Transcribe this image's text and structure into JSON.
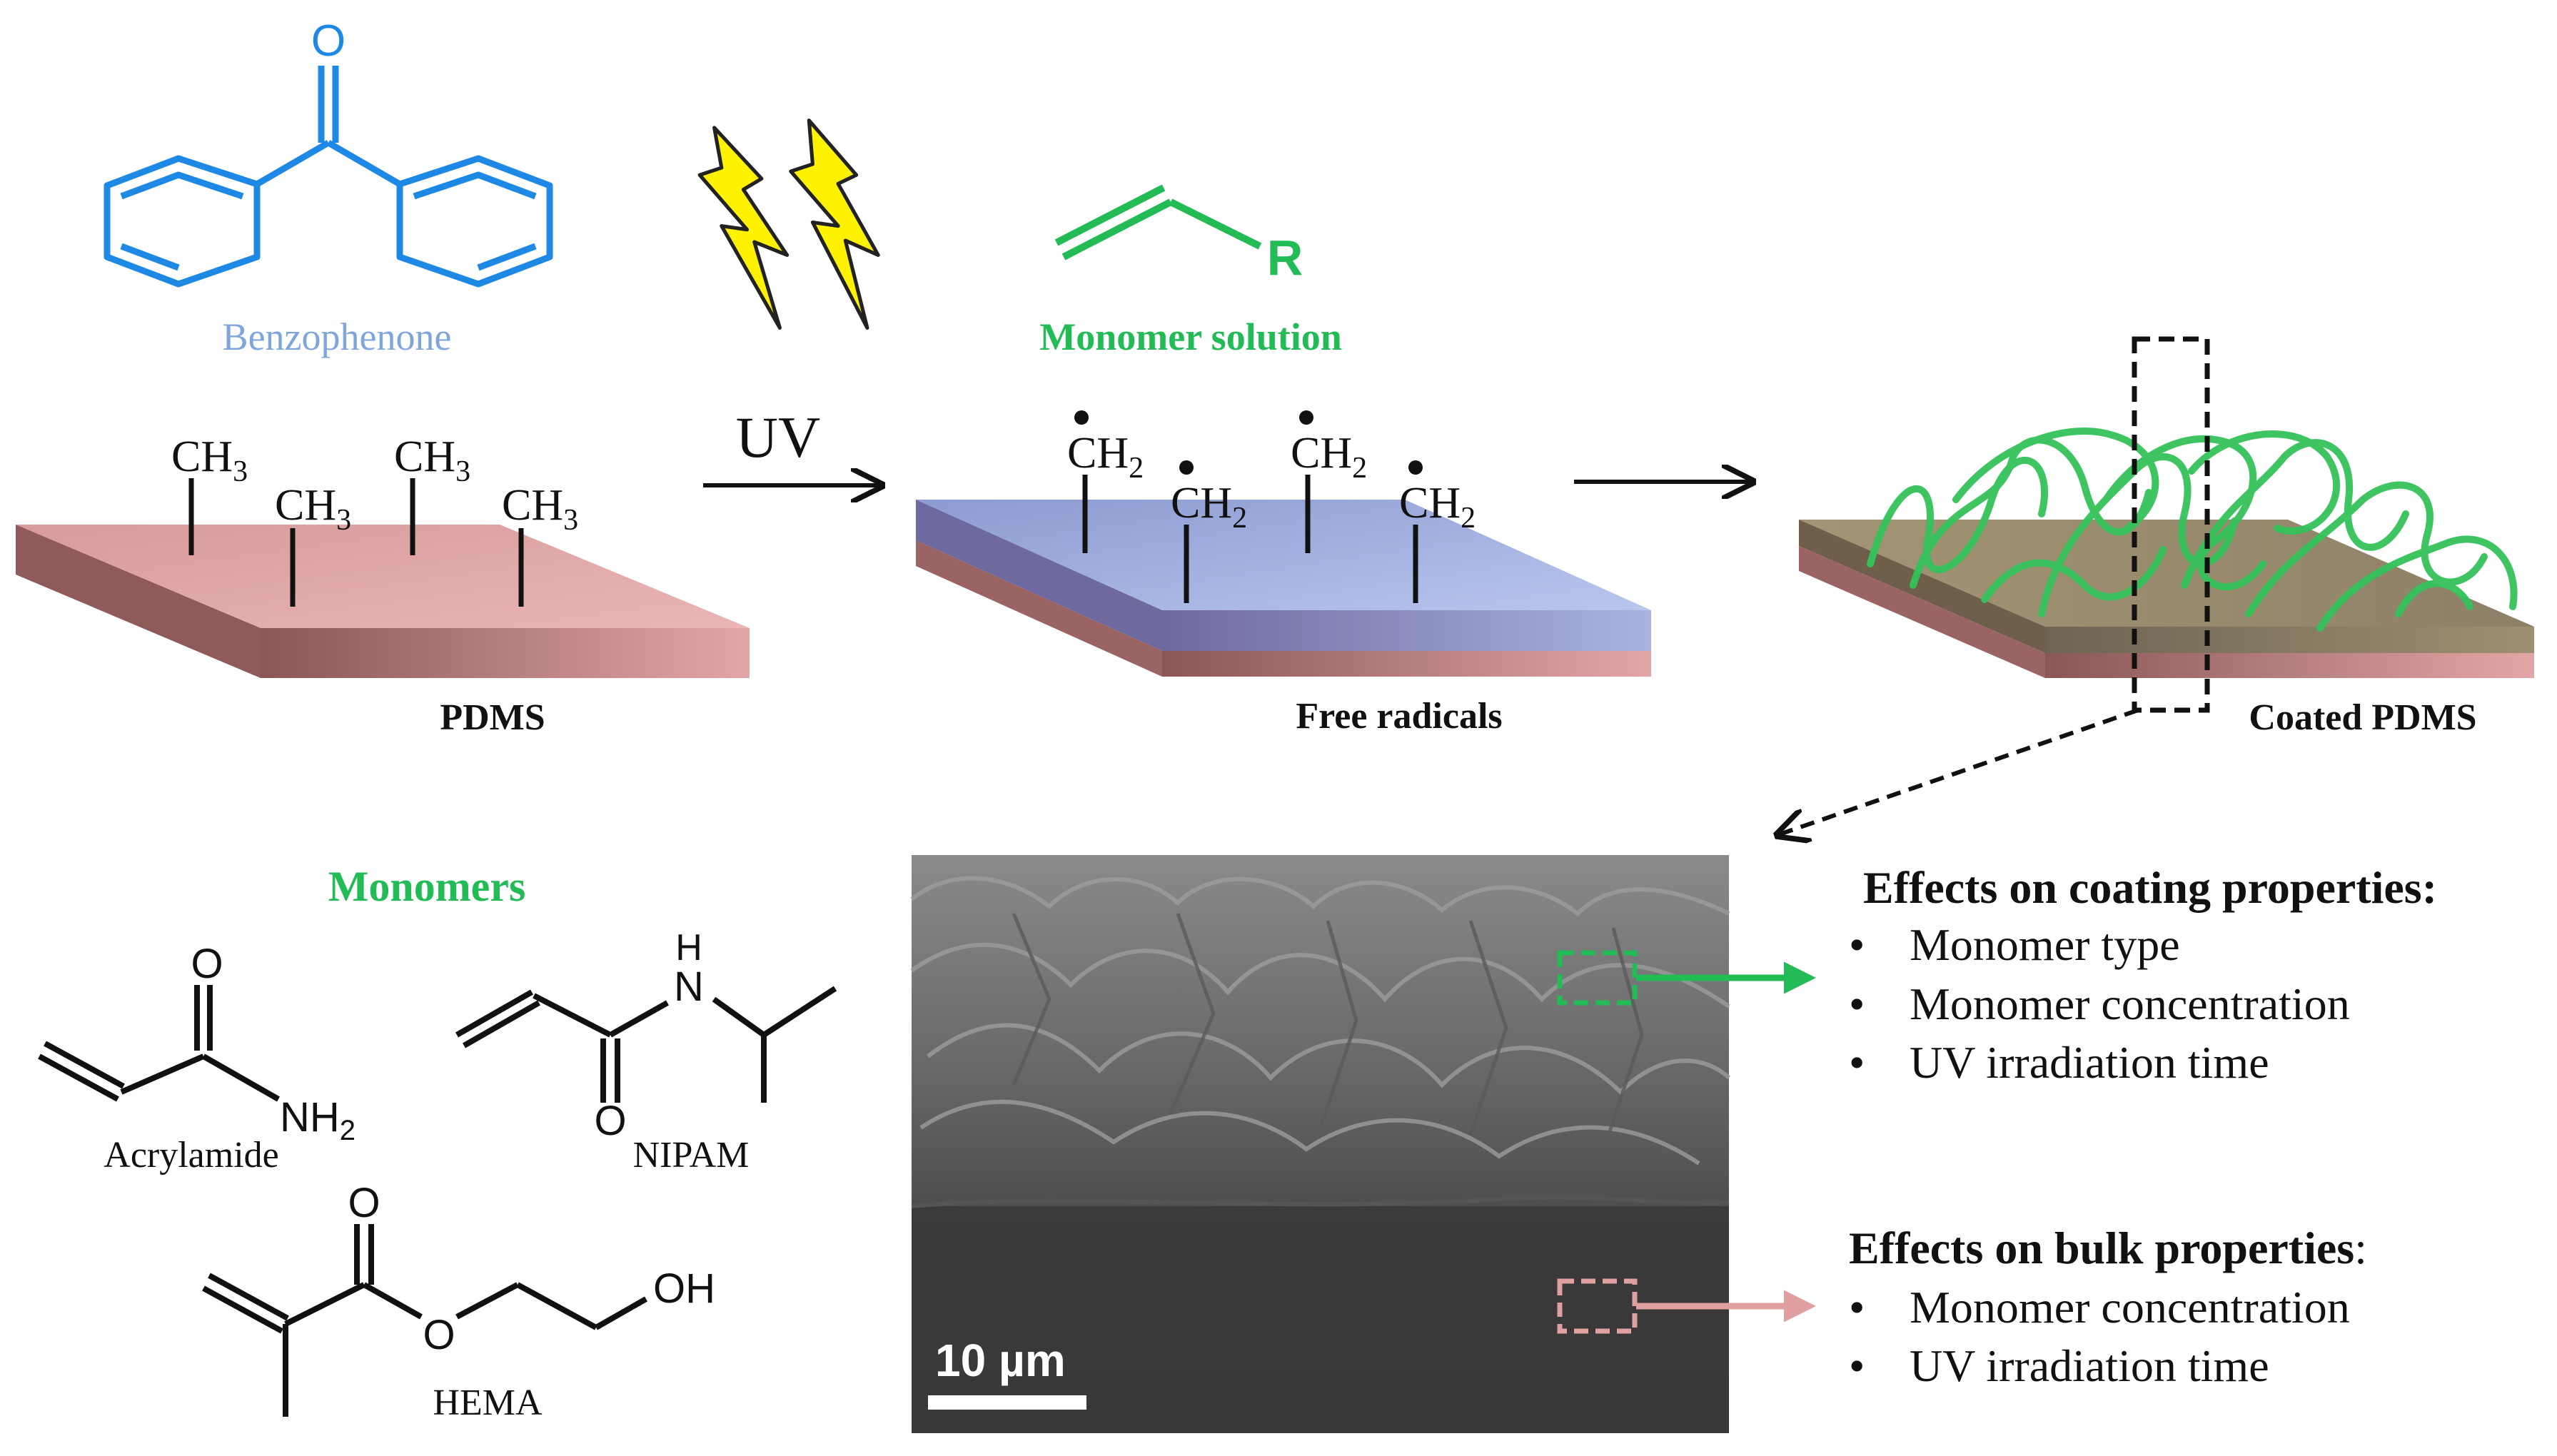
{
  "top": {
    "benzophenone_label": "Benzophenone",
    "benzophenone_oxygen": "O",
    "uv_label": "UV",
    "monomer_solution_label": "Monomer solution",
    "monomer_r": "R",
    "pdms_label": "PDMS",
    "free_radicals_label": "Free radicals",
    "coated_pdms_label": "Coated PDMS",
    "ch3": "CH",
    "ch3_sub": "3",
    "ch2": "CH",
    "ch2_sub": "2"
  },
  "monomers": {
    "title": "Monomers",
    "acrylamide": {
      "name": "Acrylamide",
      "o": "O",
      "nh2": "NH",
      "nh2_sub": "2"
    },
    "nipam": {
      "name": "NIPAM",
      "h": "H",
      "n": "N",
      "o": "O"
    },
    "hema": {
      "name": "HEMA",
      "o_top": "O",
      "o_ester": "O",
      "oh": "OH"
    }
  },
  "sem": {
    "scale_bar": "10 µm"
  },
  "coating_effects": {
    "title": "Effects on coating properties:",
    "items": [
      "Monomer type",
      "Monomer concentration",
      "UV irradiation time"
    ]
  },
  "bulk_effects": {
    "title": "Effects on bulk properties",
    "title_suffix": ":",
    "items": [
      "Monomer concentration",
      "UV irradiation time"
    ]
  },
  "colors": {
    "benzophenone": "#1e88e5",
    "monomer_green": "#22bb55",
    "uv_yellow": "#fff200",
    "pdms_pink": "#e3a6a6",
    "radical_blue": "#a9b8e4",
    "coated_olive": "#9c8a6a",
    "bulk_arrow": "#e0a0a0",
    "text_dark": "#111111"
  },
  "icons": [
    "lightning-bolt-icon",
    "arrow-right-icon",
    "dashed-arrow-icon"
  ]
}
